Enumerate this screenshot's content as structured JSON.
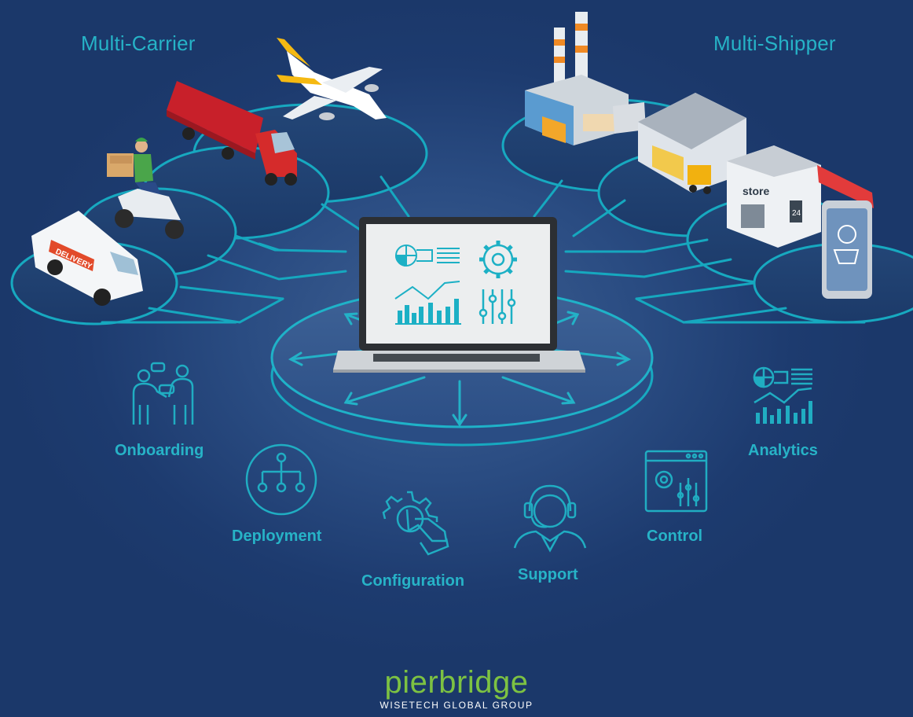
{
  "headers": {
    "left": "Multi-Carrier",
    "right": "Multi-Shipper"
  },
  "illustrations": {
    "van_text": "DELIVERY",
    "store_sign": "store",
    "store_hours": "24"
  },
  "capabilities": [
    {
      "label": "Onboarding",
      "icon": "onboarding-icon"
    },
    {
      "label": "Deployment",
      "icon": "hierarchy-icon"
    },
    {
      "label": "Configuration",
      "icon": "gear-hand-icon"
    },
    {
      "label": "Support",
      "icon": "headset-icon"
    },
    {
      "label": "Control",
      "icon": "control-panel-icon"
    },
    {
      "label": "Analytics",
      "icon": "analytics-icon"
    }
  ],
  "laptop_screen_icons": [
    "dashboard-icon",
    "gear-icon",
    "line-bar-chart-icon",
    "sliders-icon"
  ],
  "brand": {
    "name": "pierbridge",
    "tagline": "WISETECH GLOBAL GROUP"
  },
  "colors": {
    "background": "#1d3a6e",
    "accent": "#26b3c7",
    "brand_green": "#7dc242"
  }
}
